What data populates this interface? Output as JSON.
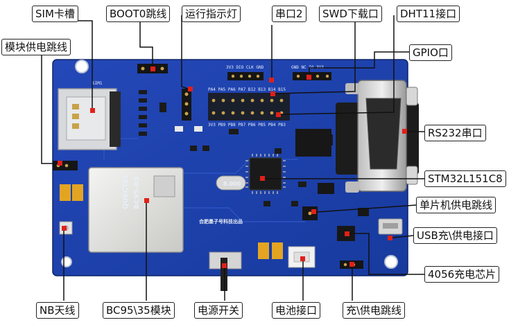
{
  "callouts": {
    "sim_slot": "SIM卡槽",
    "boot0_jumper": "BOOT0跳线",
    "run_led": "运行指示灯",
    "serial2": "串口2",
    "swd_port": "SWD下载口",
    "dht11_port": "DHT11接口",
    "module_power_jumper": "模块供电跳线",
    "gpio_port": "GPIO口",
    "rs232_port": "RS232串口",
    "mcu": "STM32L151C8",
    "mcu_power_jumper": "单片机供电跳线",
    "usb_port": "USB充\\供电接口",
    "charger_chip": "4056充电芯片",
    "nb_antenna": "NB天线",
    "bc95_module": "BC95\\35模块",
    "power_switch": "电源开关",
    "battery_port": "电池接口",
    "charge_jumper": "充\\供电跳线"
  },
  "silkscreen": {
    "module_brand": "QUECTEL",
    "module_model": "BC95-B5",
    "crystal": "8.000",
    "sim_label": "SIM1",
    "vendor_text": "合肥墨子号科技出品",
    "bus_pins": "PA4 PA5 PA6 PA7 B12 B13 B14 B15",
    "bus_pins_b": "3V3 PB9 PB8 PB7 PB6 PB5 PB4 PB3",
    "gpio_pins": "GND NC IO 3V3",
    "swd_pins": "3V3 DIO CLK GND"
  },
  "colors": {
    "pcb": "#1d3fae",
    "pcb_dark": "#12297d",
    "callout_bg": "#ffffff",
    "marker": "#e0201a",
    "arrow": "#111111"
  }
}
